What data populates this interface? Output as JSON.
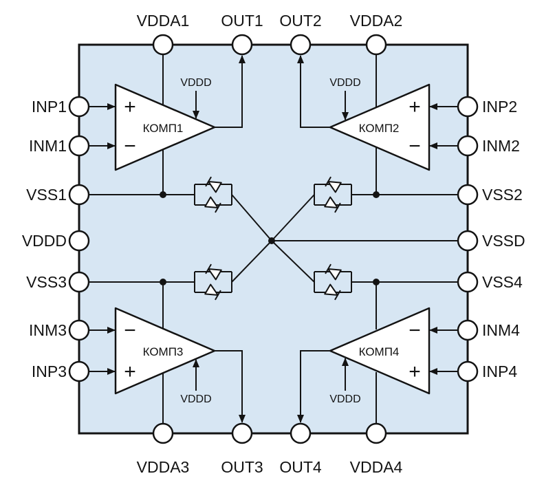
{
  "colors": {
    "background": "#ffffff",
    "chip_fill": "#d7e6f3",
    "stroke": "#131313",
    "pin_fill": "#ffffff"
  },
  "pins": {
    "top": [
      "VDDA1",
      "OUT1",
      "OUT2",
      "VDDA2"
    ],
    "bottom": [
      "VDDA3",
      "OUT3",
      "OUT4",
      "VDDA4"
    ],
    "left": [
      "INP1",
      "INM1",
      "VSS1",
      "VDDD",
      "VSS3",
      "INM3",
      "INP3"
    ],
    "right": [
      "INP2",
      "INM2",
      "VSS2",
      "VSSD",
      "VSS4",
      "INM4",
      "INP4"
    ]
  },
  "comparators": [
    {
      "label": "КОМП1",
      "supply": "VDDD"
    },
    {
      "label": "КОМП2",
      "supply": "VDDD"
    },
    {
      "label": "КОМП3",
      "supply": "VDDD"
    },
    {
      "label": "КОМП4",
      "supply": "VDDD"
    }
  ],
  "symbols": {
    "plus": "+",
    "minus": "−"
  }
}
